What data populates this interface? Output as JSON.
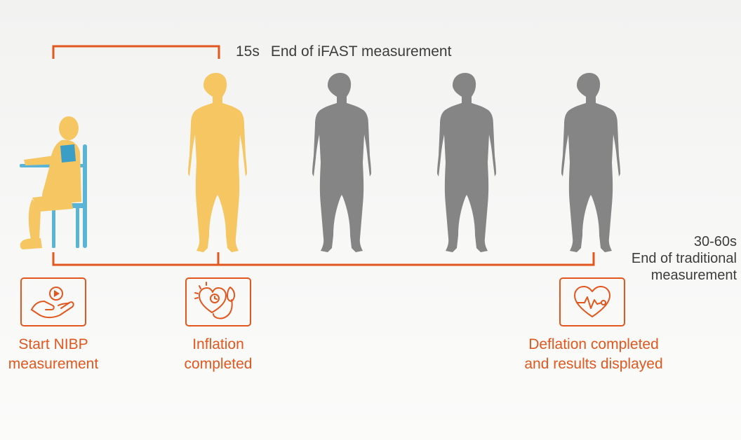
{
  "ifast": {
    "time": "15s",
    "label": "End of iFAST measurement"
  },
  "traditional": {
    "time": "30-60s",
    "label_line1": "End of traditional",
    "label_line2": "measurement"
  },
  "steps": [
    {
      "line1": "Start NIBP",
      "line2": "measurement",
      "icon": "play-hand-icon"
    },
    {
      "line1": "Inflation",
      "line2": "completed",
      "icon": "heart-pump-icon"
    },
    {
      "line1": "Deflation completed",
      "line2": "and results displayed",
      "icon": "heart-pulse-icon"
    }
  ],
  "colors": {
    "accent": "#e2571e",
    "figure_active": "#f5c662",
    "figure_inactive": "#858585",
    "chair": "#5ab4d6",
    "text": "#3c3c3c"
  }
}
